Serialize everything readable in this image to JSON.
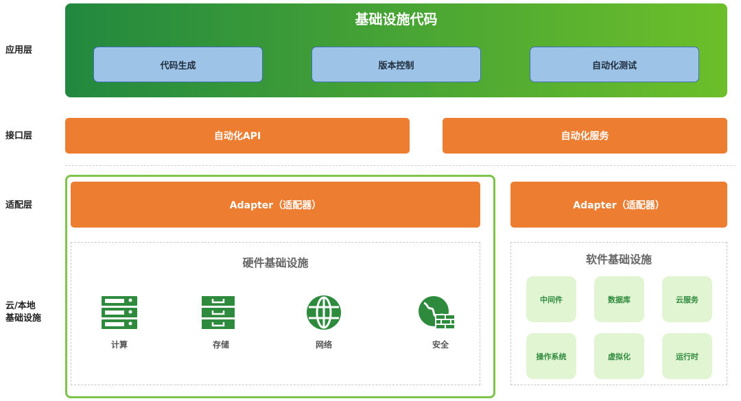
{
  "layers": {
    "app": "应用层",
    "interface": "接口层",
    "adapter": "适配层",
    "infra_line1": "云/本地",
    "infra_line2": "基础设施"
  },
  "top": {
    "title": "基础设施代码",
    "boxes": [
      "代码生成",
      "版本控制",
      "自动化测试"
    ]
  },
  "interface": {
    "items": [
      "自动化API",
      "自动化服务"
    ]
  },
  "adapters": [
    "Adapter（适配器）",
    "Adapter（适配器）"
  ],
  "hardware": {
    "title": "硬件基础设施",
    "items": [
      {
        "label": "计算",
        "icon": "server-rack-icon"
      },
      {
        "label": "存储",
        "icon": "storage-drawer-icon"
      },
      {
        "label": "网络",
        "icon": "globe-icon"
      },
      {
        "label": "安全",
        "icon": "firewall-icon"
      }
    ]
  },
  "software": {
    "title": "软件基础设施",
    "items": [
      "中间件",
      "数据库",
      "云服务",
      "操作系统",
      "虚拟化",
      "运行时"
    ]
  },
  "colors": {
    "green": "#2e8b3e",
    "orange": "#ed7d31",
    "blue": "#9dc3e6"
  }
}
